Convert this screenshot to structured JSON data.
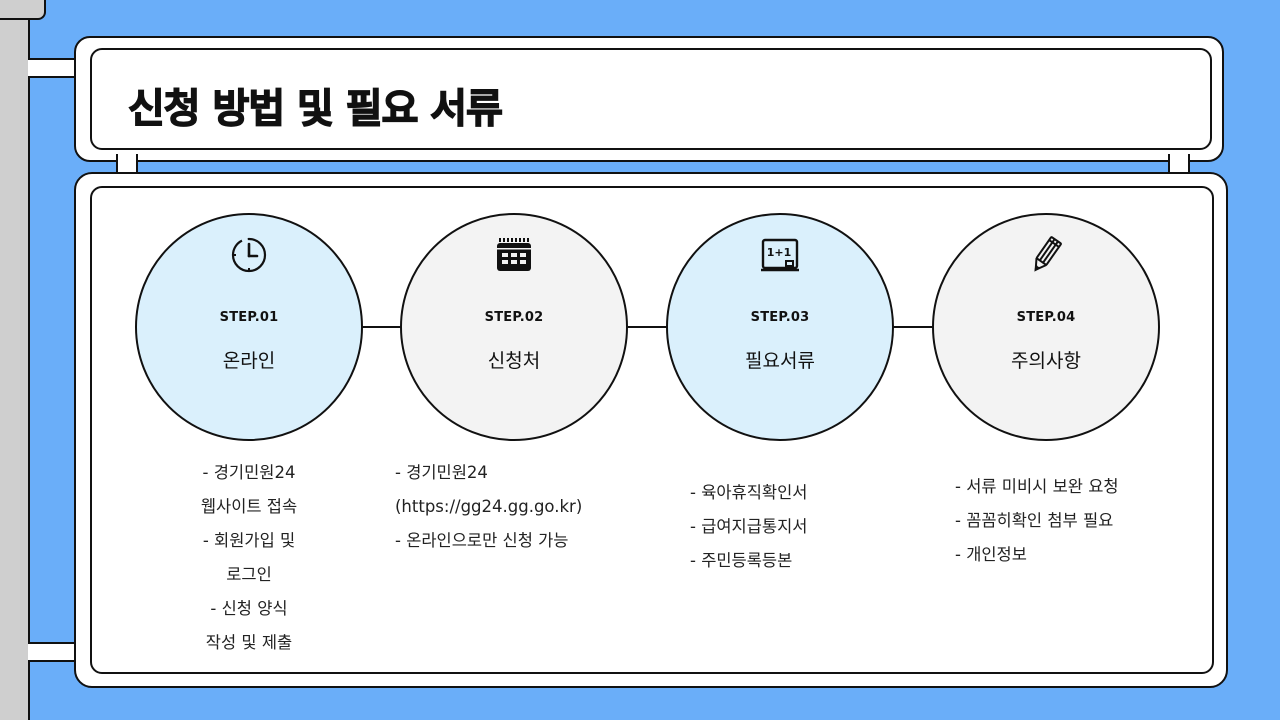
{
  "title": "신청 방법 및 필요 서류",
  "steps": [
    {
      "code": "STEP.01",
      "label": "온라인",
      "icon": "clock-icon",
      "desc": [
        "- 경기민원24",
        "웹사이트 접속",
        "- 회원가입 및",
        "로그인",
        "- 신청 양식",
        "작성 및 제출"
      ]
    },
    {
      "code": "STEP.02",
      "label": "신청처",
      "icon": "calendar-icon",
      "desc": [
        "- 경기민원24",
        "(https://gg24.gg.go.kr)",
        "- 온라인으로만 신청 가능"
      ]
    },
    {
      "code": "STEP.03",
      "label": "필요서류",
      "icon": "whiteboard-icon",
      "icon_text": "1+1",
      "desc": [
        "- 육아휴직확인서",
        "- 급여지급통지서",
        "- 주민등록등본"
      ]
    },
    {
      "code": "STEP.04",
      "label": "주의사항",
      "icon": "pencil-icon",
      "desc": [
        "- 서류 미비시 보완 요청",
        "- 꼼꼼히확인 첨부 필요",
        "- 개인정보"
      ]
    }
  ],
  "colors": {
    "background": "#6aaef9",
    "circle_blue": "#daf0fc",
    "circle_grey": "#f3f3f3",
    "outline": "#111111"
  }
}
